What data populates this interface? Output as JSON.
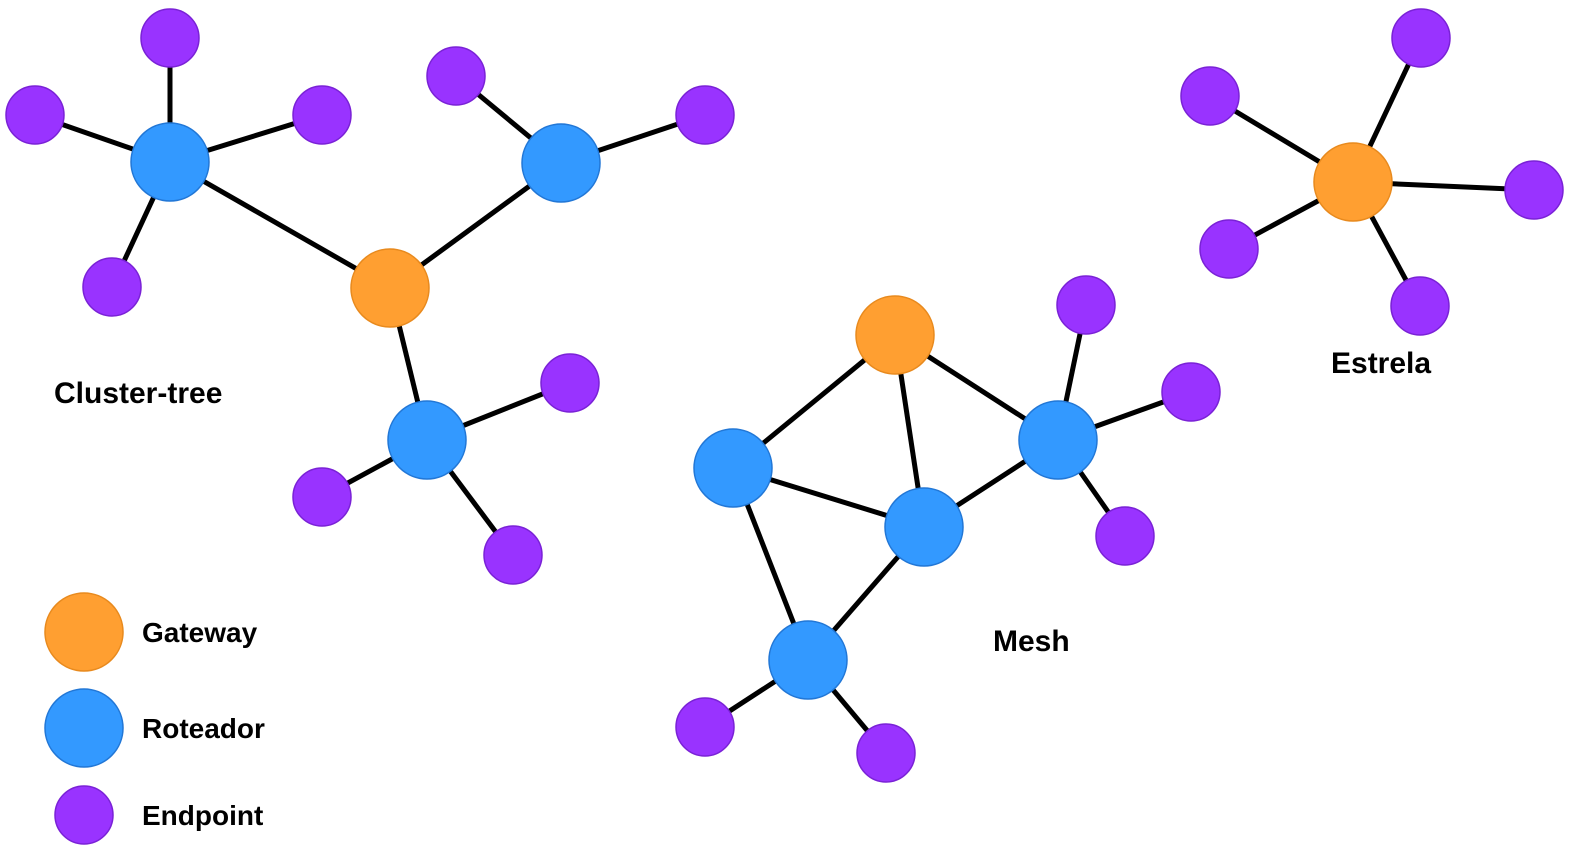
{
  "colors": {
    "gateway": "#FF9F31",
    "gateway_stroke": "#E88A1E",
    "router": "#3399FF",
    "router_stroke": "#2277D6",
    "endpoint": "#9933FF",
    "endpoint_stroke": "#7A22D6",
    "edge": "#000000"
  },
  "labels": {
    "cluster_tree": "Cluster-tree",
    "mesh": "Mesh",
    "star": "Estrela"
  },
  "legend": {
    "gateway": "Gateway",
    "router": "Roteador",
    "endpoint": "Endpoint"
  }
}
